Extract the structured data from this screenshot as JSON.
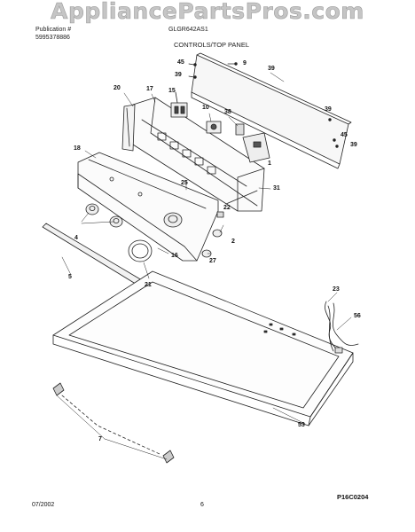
{
  "watermark": "AppliancePartsPros.com",
  "header": {
    "left_line1": "Publication #",
    "left_line2": "5995378886",
    "model": "GLGR642AS1",
    "section": "CONTROLS/TOP PANEL"
  },
  "callouts": [
    "45",
    "39",
    "9",
    "39",
    "20",
    "17",
    "15",
    "10",
    "38",
    "39",
    "45",
    "39",
    "1",
    "18",
    "25",
    "31",
    "22",
    "4",
    "2",
    "27",
    "16",
    "5",
    "21",
    "23",
    "56",
    "53",
    "7"
  ],
  "footer": {
    "date": "07/2002",
    "page": "6",
    "diagram_code": "P16C0204"
  }
}
